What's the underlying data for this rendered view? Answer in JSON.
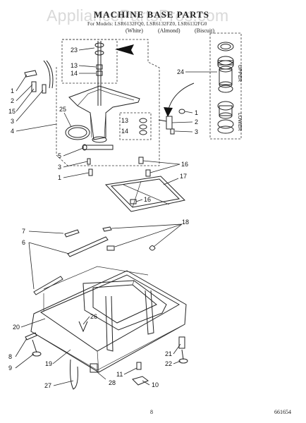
{
  "watermark": "AppliancePartsPros.com",
  "header": {
    "title": "MACHINE BASE PARTS",
    "models": "For Models: LSR6132FQ0, LSR6132FZ0, LSR6132FG0",
    "colors": [
      "(White)",
      "(Almond)",
      "(Biscuit)"
    ]
  },
  "callouts": [
    "1",
    "2",
    "15",
    "3",
    "4",
    "25",
    "23",
    "13",
    "14",
    "24",
    "13",
    "14",
    "1",
    "2",
    "3",
    "5",
    "3",
    "1",
    "16",
    "17",
    "16",
    "7",
    "6",
    "18",
    "20",
    "26",
    "8",
    "9",
    "19",
    "27",
    "21",
    "22",
    "11",
    "28",
    "10"
  ],
  "inset_labels": [
    "UPPER",
    "LOWER"
  ],
  "footer": {
    "page": "8",
    "doc_number": "661654"
  }
}
